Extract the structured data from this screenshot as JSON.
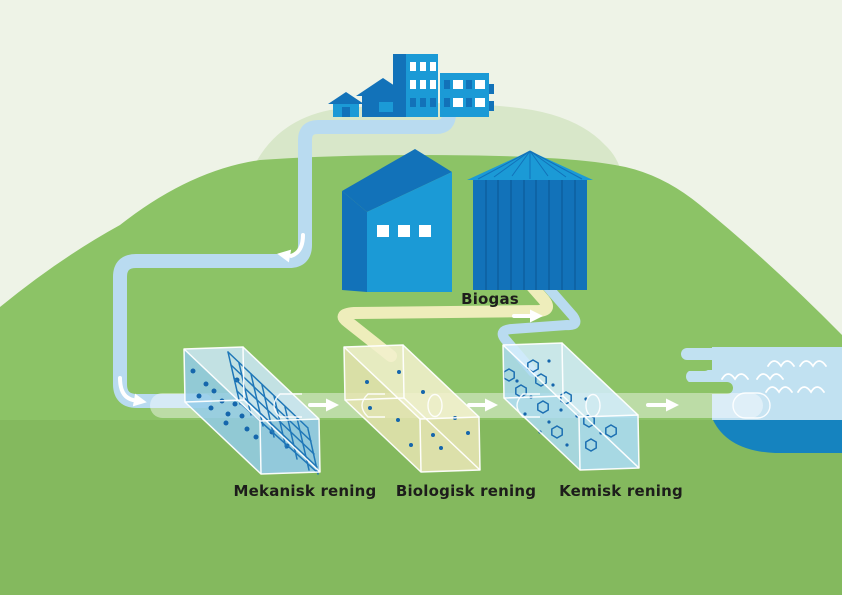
{
  "scene": {
    "city": {
      "icon": "city-buildings-icon"
    },
    "treatment_plant": {
      "icon": "treatment-plant-building-icon"
    },
    "biogas_tank": {
      "icon": "biogas-tank-icon",
      "label": "Biogas"
    },
    "stages": [
      {
        "id": "mechanical",
        "label": "Mekanisk rening",
        "icon": "screen-grid-tank-icon"
      },
      {
        "id": "biological",
        "label": "Biologisk rening",
        "icon": "aeration-tank-icon"
      },
      {
        "id": "chemical",
        "label": "Kemisk rening",
        "icon": "flocculation-tank-icon"
      }
    ],
    "river": {
      "icon": "river-waves-icon"
    }
  },
  "colors": {
    "background": "#eef3e7",
    "hill_pale": "#d8e7c9",
    "hill_green": "#8cc366",
    "foreground_green": "#84b95e",
    "dark_blue": "#1272b9",
    "light_blue": "#1b9ad6",
    "pipe_blue": "#b9dbf0",
    "pipe_yellow": "#eeedbb",
    "water_light": "#c1e1f1",
    "water_deep": "#1583bf",
    "tank1_water": "#93cbe9",
    "tank2_water": "#e6e4b2",
    "tank3_water": "#abdbf2",
    "particle_blue": "#1566ac",
    "text": "#1d1d1b",
    "arrow": "#ffffff"
  }
}
